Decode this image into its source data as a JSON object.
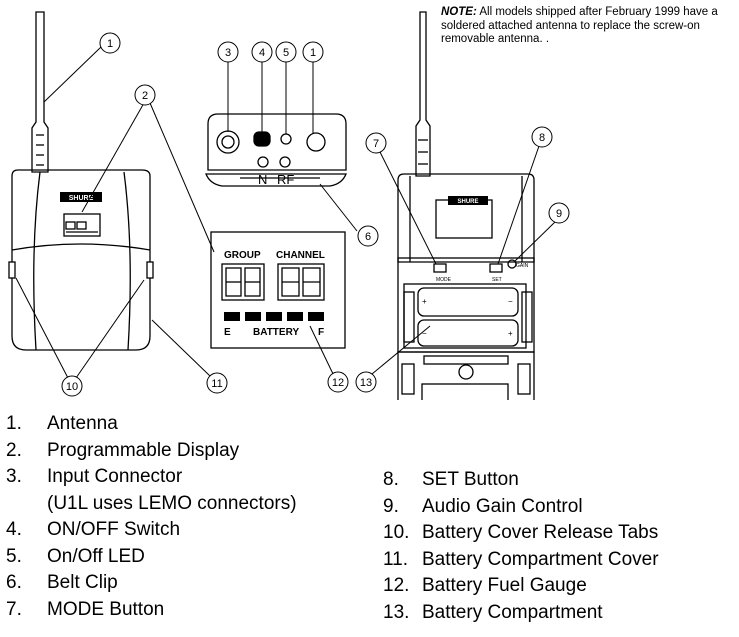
{
  "note": {
    "label": "NOTE:",
    "text": "All models shipped after February 1999 have a soldered attached antenna to replace the screw-on removable antenna. ."
  },
  "device": {
    "brand": "SHURE",
    "group_label": "GROUP",
    "channel_label": "CHANNEL",
    "battery_label": "BATTERY",
    "empty_label": "E",
    "full_label": "F",
    "mode_label": "MODE",
    "set_label": "SET",
    "gain_label": "GAIN",
    "on_label": "N",
    "rf_label": "RF"
  },
  "callouts": [
    "1",
    "2",
    "3",
    "4",
    "5",
    "1",
    "6",
    "7",
    "8",
    "9",
    "10",
    "11",
    "12",
    "13"
  ],
  "legend_left": [
    {
      "num": "1.",
      "text": "Antenna"
    },
    {
      "num": "2.",
      "text": "Programmable Display"
    },
    {
      "num": "3.",
      "text": "Input Connector"
    },
    {
      "num": "",
      "text": "(U1L uses LEMO connectors)"
    },
    {
      "num": "4.",
      "text": "ON/OFF Switch"
    },
    {
      "num": "5.",
      "text": "On/Off LED"
    },
    {
      "num": "6.",
      "text": "Belt Clip"
    },
    {
      "num": "7.",
      "text": "MODE Button"
    }
  ],
  "legend_right": [
    {
      "num": "8.",
      "text": "SET Button"
    },
    {
      "num": "9.",
      "text": "Audio Gain Control"
    },
    {
      "num": "10.",
      "text": "Battery Cover Release Tabs"
    },
    {
      "num": "11.",
      "text": "Battery Compartment Cover"
    },
    {
      "num": "12.",
      "text": "Battery Fuel Gauge"
    },
    {
      "num": "13.",
      "text": "Battery Compartment"
    }
  ]
}
